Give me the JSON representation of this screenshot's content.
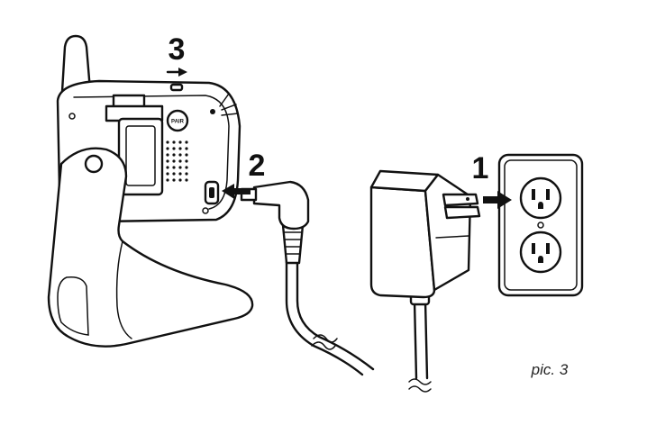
{
  "diagram": {
    "steps": {
      "step_1": "1",
      "step_2": "2",
      "step_3": "3"
    },
    "camera": {
      "button_label": "PAIR"
    },
    "caption": "pic. 3"
  }
}
